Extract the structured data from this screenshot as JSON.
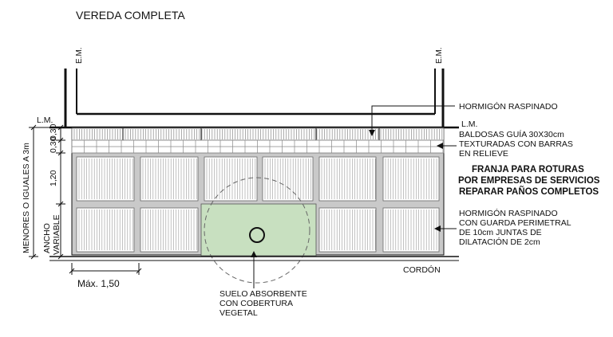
{
  "title": "VEREDA COMPLETA",
  "labels": {
    "em_left": "E.M.",
    "em_right": "E.M.",
    "lm_left": "L.M.",
    "lm_right": "L.M.",
    "cordon": "CORDÓN",
    "max": "Máx. 1,50",
    "side_dimension": "MENORES O IGUALES A 3m",
    "dim_030a": "0,30",
    "dim_030b": "0,30",
    "dim_120": "1,20",
    "ancho_1": "ANCHO",
    "ancho_2": "VARIABLE"
  },
  "callouts": {
    "hormigon_raspinado": "HORMIGÓN RASPINADO",
    "baldosas": [
      "BALDOSAS GUÍA 30X30cm",
      "TEXTURADAS CON BARRAS",
      "EN RELIEVE"
    ],
    "franja": [
      "FRANJA PARA ROTURAS",
      "POR EMPRESAS DE SERVICIOS",
      "REPARAR PAÑOS COMPLETOS"
    ],
    "hormigon_guarda": [
      "HORMIGÓN RASPINADO",
      "CON GUARDA PERIMETRAL",
      "DE 10cm JUNTAS DE",
      "DILATACIÓN DE 2cm"
    ],
    "suelo": [
      "SUELO ABSORBENTE",
      "CON COBERTURA",
      "VEGETAL"
    ]
  },
  "colors": {
    "line": "#111111",
    "paving": "#c9c9c9",
    "slab": "#ffffff",
    "green": "#c8e0c0"
  }
}
